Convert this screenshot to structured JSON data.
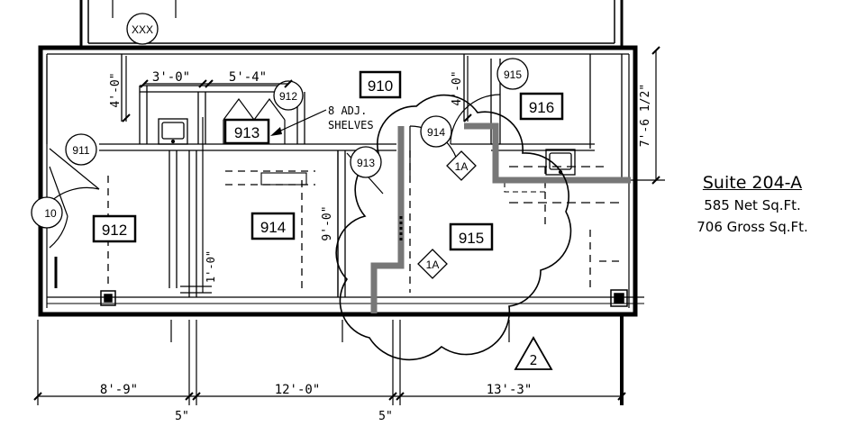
{
  "suite": {
    "title": "Suite 204-A",
    "net_area": "585 Net Sq.Ft.",
    "gross_area": "706 Gross Sq.Ft."
  },
  "room_labels": {
    "r910": "910",
    "r912": "912",
    "r913": "913",
    "r914": "914",
    "r915": "915",
    "r916": "916"
  },
  "door_tags": {
    "xxx": "XXX",
    "d910": "10",
    "d911": "911",
    "d912": "912",
    "d913": "913",
    "d914": "914",
    "d915": "915"
  },
  "keynotes": {
    "k1": "1A",
    "k2": "1A"
  },
  "revision_tag": "2",
  "notes": {
    "shelves_line1": "8 ADJ.",
    "shelves_line2": "SHELVES"
  },
  "dimensions": {
    "d_3_0": "3'-0\"",
    "d_5_4": "5'-4\"",
    "d_4_0_top": "4'-0\"",
    "d_4_0_right": "4'-0\"",
    "d_7_6_half": "7'-6 1/2\"",
    "d_9_0": "9'-0\"",
    "d_1_0": "1'-0\"",
    "d_8_9": "8'-9\"",
    "d_12_0": "12'-0\"",
    "d_13_3": "13'-3\"",
    "d_5in_a": "5\"",
    "d_5in_b": "5\""
  }
}
